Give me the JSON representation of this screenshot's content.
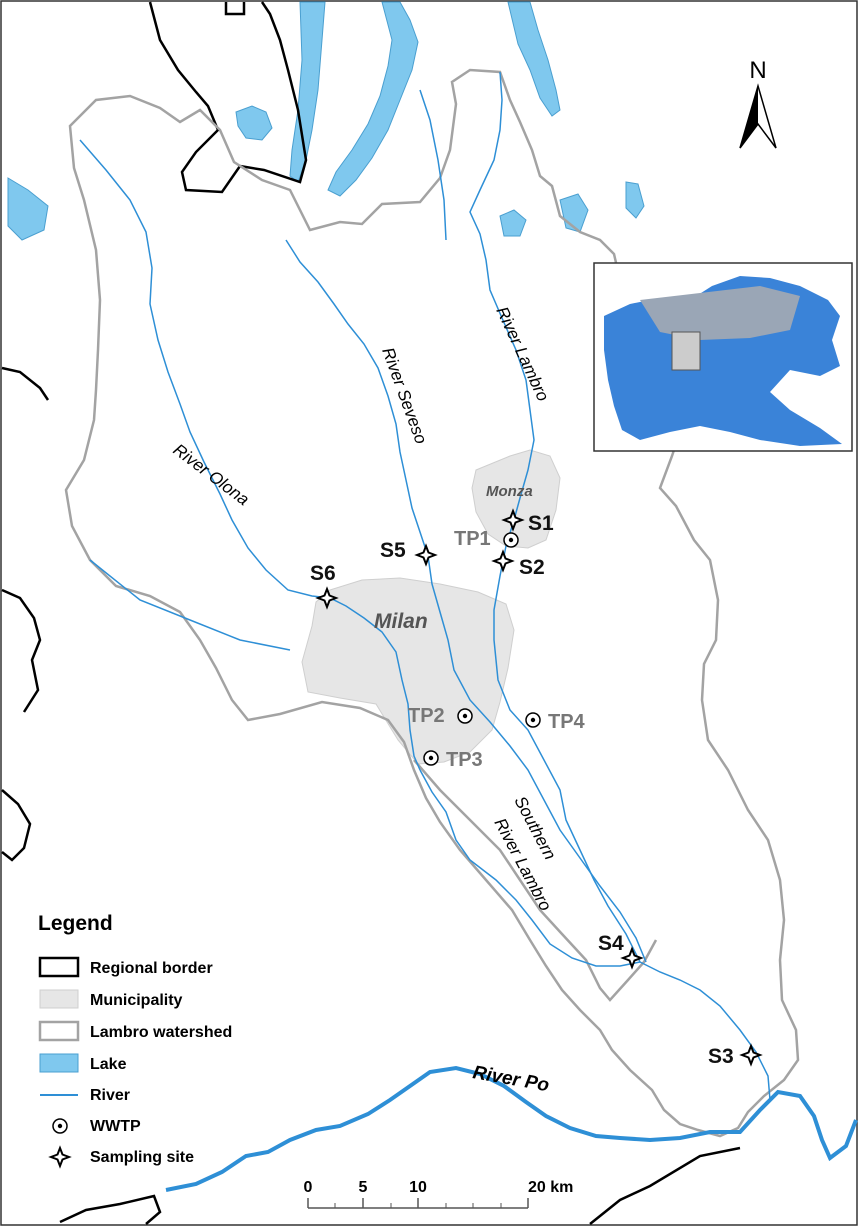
{
  "north_arrow": {
    "label": "N"
  },
  "cities": {
    "monza": "Monza",
    "milan": "Milan"
  },
  "rivers": {
    "olona": "River Olona",
    "seveso": "River Seveso",
    "lambro": "River Lambro",
    "southern_line1": "Southern",
    "southern_line2": "River Lambro",
    "po": "River Po"
  },
  "sites": {
    "s1": "S1",
    "s2": "S2",
    "s3": "S3",
    "s4": "S4",
    "s5": "S5",
    "s6": "S6"
  },
  "wwtp": {
    "tp1": "TP1",
    "tp2": "TP2",
    "tp3": "TP3",
    "tp4": "TP4"
  },
  "legend": {
    "title": "Legend",
    "items": [
      "Regional border",
      "Municipality",
      "Lambro watershed",
      "Lake",
      "River",
      "WWTP",
      "Sampling site"
    ]
  },
  "scale_bar": {
    "ticks": [
      "0",
      "5",
      "10",
      "20 km"
    ]
  },
  "colors": {
    "lake": "#7fc8ee",
    "river": "#2e8fd6",
    "municipality": "#e6e6e6",
    "watershed": "#a3a3a3",
    "border": "#000000",
    "site_label": "#111111",
    "wwtp_label": "#777777"
  }
}
